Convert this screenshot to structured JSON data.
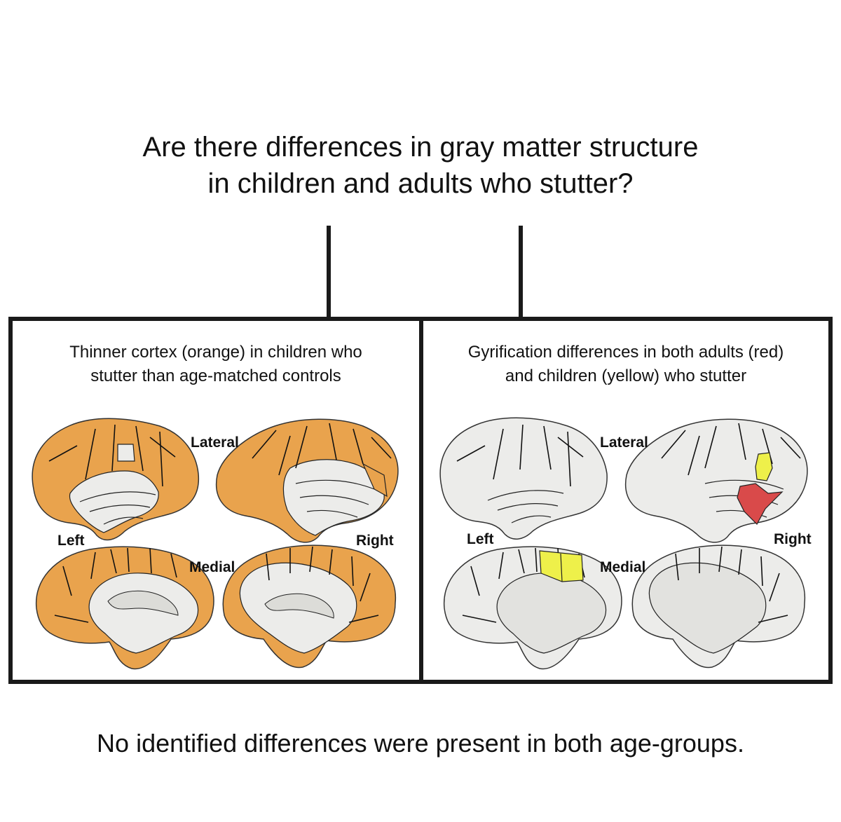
{
  "question": {
    "line1": "Are there differences in gray matter structure",
    "line2": "in children and adults who stutter?"
  },
  "panels": [
    {
      "title_line1": "Thinner cortex (orange) in children who",
      "title_line2": "stutter than age-matched controls",
      "labels": {
        "lateral": "Lateral",
        "medial": "Medial",
        "left": "Left",
        "right": "Right"
      },
      "highlight_colors": [
        "#e9a34d"
      ]
    },
    {
      "title_line1": "Gyrification differences in both adults (red)",
      "title_line2": "and children (yellow) who stutter",
      "labels": {
        "lateral": "Lateral",
        "medial": "Medial",
        "left": "Left",
        "right": "Right"
      },
      "highlight_colors": [
        "#d94a4a",
        "#eef04a"
      ]
    }
  ],
  "conclusion": "No identified differences were present in both age-groups."
}
